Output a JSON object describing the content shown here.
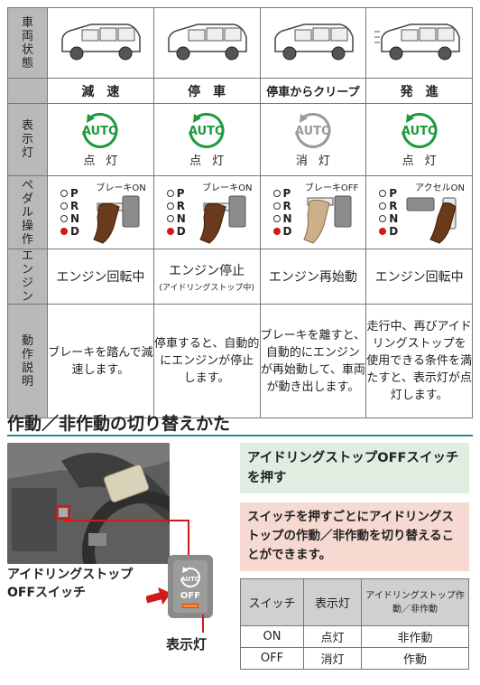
{
  "row_heads": {
    "vehicle_state": "車両状態",
    "indicator": "表示灯",
    "pedal": "ペダル操作",
    "engine": "エンジン",
    "description": "動作説明"
  },
  "columns": [
    {
      "state": "減速",
      "indicator_text": "AUTO",
      "indicator_status": "点灯",
      "indicator_on": true,
      "pedal_label": "ブレーキON",
      "engine": "エンジン回転中",
      "engine_sub": "",
      "description": "ブレーキを踏んで減速します。"
    },
    {
      "state": "停車",
      "indicator_text": "AUTO",
      "indicator_status": "点灯",
      "indicator_on": true,
      "pedal_label": "ブレーキON",
      "engine": "エンジン停止",
      "engine_sub": "(アイドリングストップ中)",
      "description": "停車すると、自動的にエンジンが停止します。"
    },
    {
      "state": "停車からクリープ",
      "indicator_text": "AUTO",
      "indicator_status": "消灯",
      "indicator_on": false,
      "pedal_label": "ブレーキOFF",
      "engine": "エンジン再始動",
      "engine_sub": "",
      "description": "ブレーキを離すと、自動的にエンジンが再始動して、車両が動き出します。"
    },
    {
      "state": "発進",
      "indicator_text": "AUTO",
      "indicator_status": "点灯",
      "indicator_on": true,
      "pedal_label": "アクセルON",
      "engine": "エンジン回転中",
      "engine_sub": "",
      "description": "走行中、再びアイドリングストップを使用できる条件を満たすと、表示灯が点灯します。"
    }
  ],
  "gear_letters": [
    "P",
    "R",
    "N",
    "D"
  ],
  "section_title": "作動／非作動の切り替えかた",
  "switch_name_line1": "アイドリングストップ",
  "switch_name_line2": "OFFスイッチ",
  "switch_auto": "AUTO",
  "switch_off": "OFF",
  "indicator_label": "表示灯",
  "green_box": "アイドリングストップOFFスイッチを押す",
  "pink_box": "スイッチを押すごとにアイドリングストップの作動／非作動を切り替えることができます。",
  "small_table": {
    "headers": [
      "スイッチ",
      "表示灯",
      "アイドリングストップ作動／非作動"
    ],
    "rows": [
      [
        "ON",
        "点灯",
        "非作動"
      ],
      [
        "OFF",
        "消灯",
        "作動"
      ]
    ]
  },
  "colors": {
    "auto_green": "#1e9a3c",
    "auto_off": "#9a9a9a",
    "accent_red": "#d01a1a",
    "rule_teal": "#2b8a8a"
  }
}
